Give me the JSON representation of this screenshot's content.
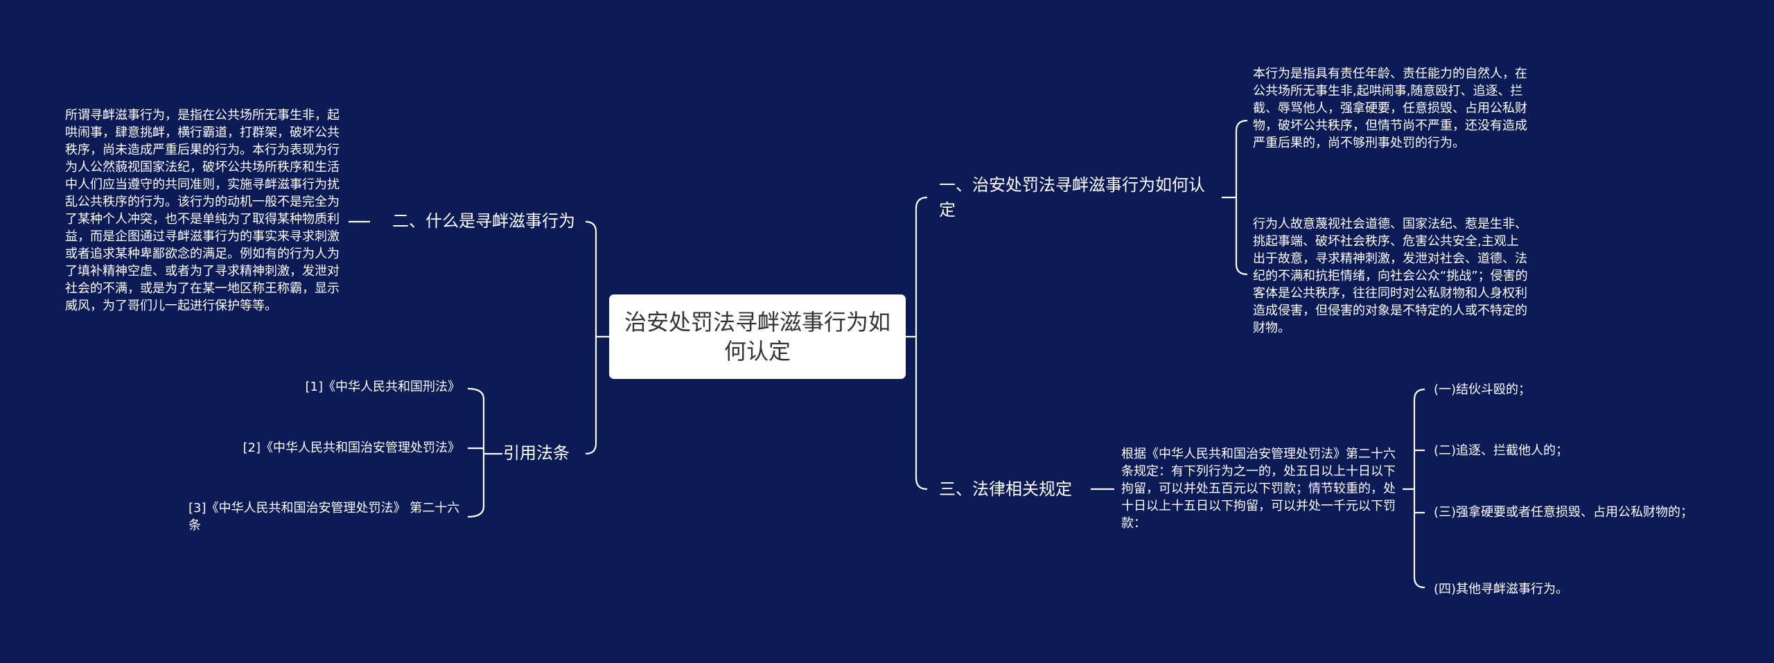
{
  "root": "治安处罚法寻衅滋事行为如何认定",
  "left": {
    "what_is": {
      "title": "二、什么是寻衅滋事行为",
      "desc": "所谓寻衅滋事行为，是指在公共场所无事生非，起哄闹事，肆意挑衅，横行霸道，打群架，破坏公共秩序，尚未造成严重后果的行为。本行为表现为行为人公然藐视国家法纪，破坏公共场所秩序和生活中人们应当遵守的共同准则，实施寻衅滋事行为扰乱公共秩序的行为。该行为的动机一般不是完全为了某种个人冲突，也不是单纯为了取得某种物质利益，而是企图通过寻衅滋事行为的事实来寻求刺激或者追求某种卑鄙欲念的满足。例如有的行为人为了填补精神空虚、或者为了寻求精神刺激，发泄对社会的不满，或是为了在某一地区称王称霸，显示威风，为了哥们儿一起进行保护等等。"
    },
    "citations": {
      "title": "引用法条",
      "items": [
        "[1]《中华人民共和国刑法》",
        "[2]《中华人民共和国治安管理处罚法》",
        "[3]《中华人民共和国治安管理处罚法》 第二十六条"
      ]
    }
  },
  "right": {
    "determine": {
      "title": "一、治安处罚法寻衅滋事行为如何认定",
      "items": [
        "本行为是指具有责任年龄、责任能力的自然人，在公共场所无事生非,起哄闹事,随意殴打、追逐、拦截、辱骂他人，强拿硬要，任意损毁、占用公私财物，破坏公共秩序，但情节尚不严重，还没有造成严重后果的，尚不够刑事处罚的行为。",
        "行为人故意蔑视社会道德、国家法纪、惹是生非、挑起事端、破坏社会秩序、危害公共安全,主观上出于故意，寻求精神刺激，发泄对社会、道德、法纪的不满和抗拒情绪，向社会公众“挑战”；侵害的客体是公共秩序，往往同时对公私财物和人身权利造成侵害，但侵害的对象是不特定的人或不特定的财物。"
      ]
    },
    "legal": {
      "title": "三、法律相关规定",
      "desc": "根据《中华人民共和国治安管理处罚法》第二十六条规定：有下列行为之一的，处五日以上十日以下拘留，可以并处五百元以下罚款；情节较重的，处十日以上十五日以下拘留，可以并处一千元以下罚款：",
      "items": [
        "(一)结伙斗殴的；",
        "(二)追逐、拦截他人的；",
        "(三)强拿硬要或者任意损毁、占用公私财物的；",
        "(四)其他寻衅滋事行为。"
      ]
    }
  },
  "colors": {
    "background": "#0c1a56",
    "line": "#ffffff",
    "root_fill": "#ffffff",
    "root_text": "#333333"
  }
}
